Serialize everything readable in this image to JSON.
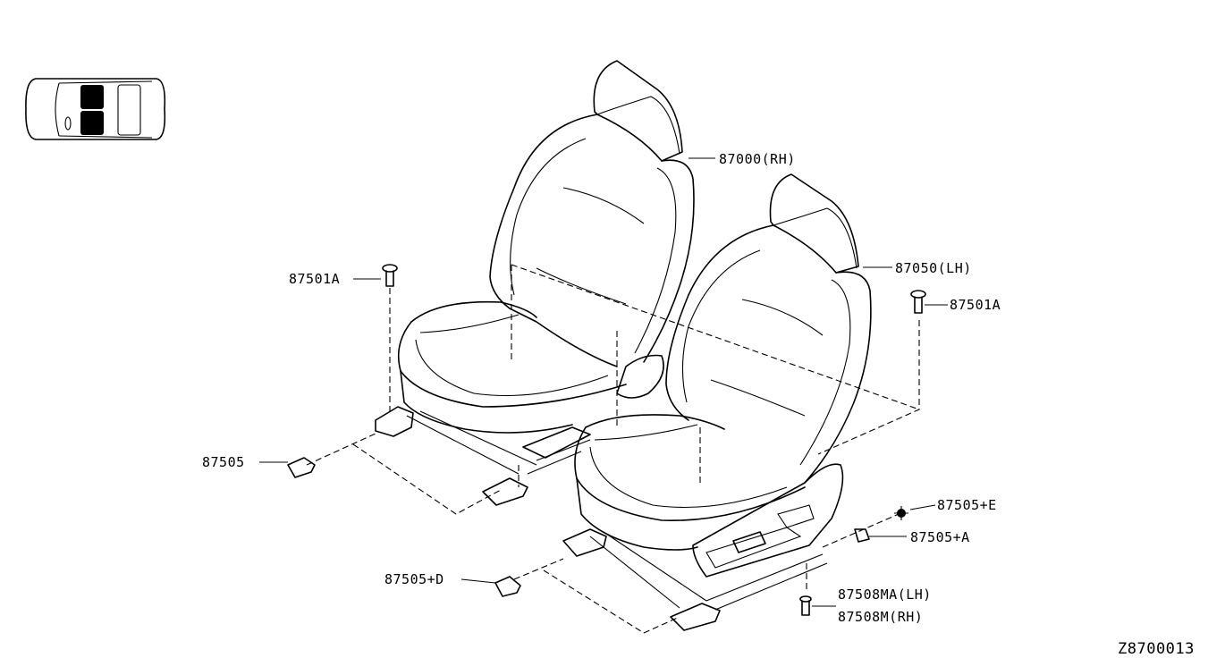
{
  "diagram": {
    "code": "Z8700013",
    "callouts": {
      "seat_rh": "87000(RH)",
      "seat_lh": "87050(LH)",
      "bolt_left": "87501A",
      "bolt_right": "87501A",
      "cover_left": "87505",
      "cover_d": "87505+D",
      "cover_e": "87505+E",
      "cover_a": "87505+A",
      "clip_lh": "87508MA(LH)",
      "clip_rh": "87508M(RH)"
    }
  },
  "locator": {
    "highlighted": "front seats"
  }
}
